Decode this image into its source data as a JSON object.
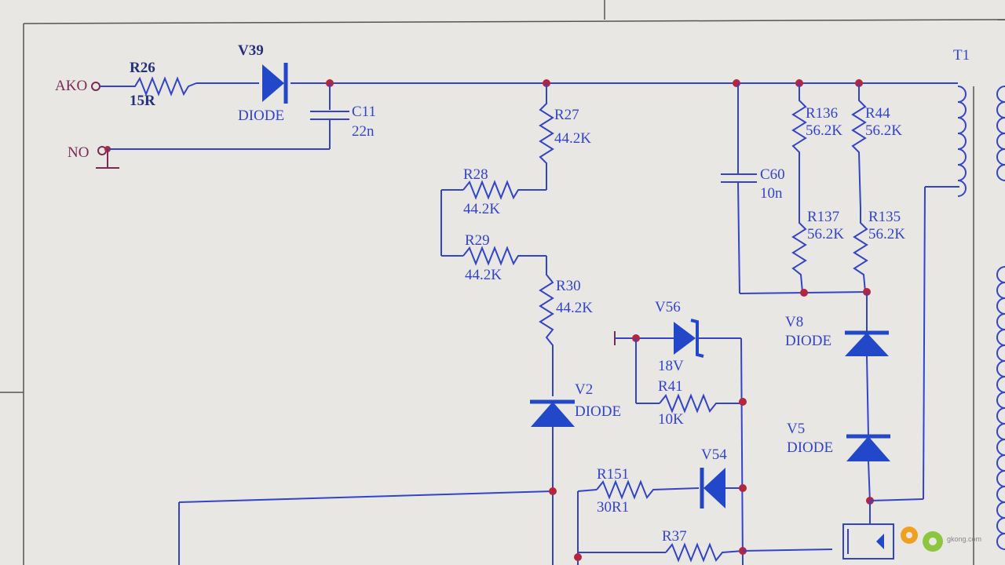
{
  "schematic": {
    "ports": {
      "ako": "AKO",
      "no": "NO"
    },
    "components": {
      "r26": {
        "ref": "R26",
        "value": "15R"
      },
      "v39": {
        "ref": "V39",
        "value": "DIODE"
      },
      "c11": {
        "ref": "C11",
        "value": "22n"
      },
      "r27": {
        "ref": "R27",
        "value": "44.2K"
      },
      "r28": {
        "ref": "R28",
        "value": "44.2K"
      },
      "r29": {
        "ref": "R29",
        "value": "44.2K"
      },
      "r30": {
        "ref": "R30",
        "value": "44.2K"
      },
      "v2": {
        "ref": "V2",
        "value": "DIODE"
      },
      "v56": {
        "ref": "V56",
        "value": "18V"
      },
      "r41": {
        "ref": "R41",
        "value": "10K"
      },
      "r151": {
        "ref": "R151",
        "value": "30R1"
      },
      "v54": {
        "ref": "V54"
      },
      "r37": {
        "ref": "R37"
      },
      "c60": {
        "ref": "C60",
        "value": "10n"
      },
      "r136": {
        "ref": "R136",
        "value": "56.2K"
      },
      "r44": {
        "ref": "R44",
        "value": "56.2K"
      },
      "r137": {
        "ref": "R137",
        "value": "56.2K"
      },
      "r135": {
        "ref": "R135",
        "value": "56.2K"
      },
      "v8": {
        "ref": "V8",
        "value": "DIODE"
      },
      "v5": {
        "ref": "V5",
        "value": "DIODE"
      },
      "t1": {
        "ref": "T1"
      }
    },
    "colors": {
      "wire": "#3344c8",
      "junction": "#b3263e",
      "background": "#e9e7e4"
    }
  },
  "watermark": {
    "site": "gkong.com"
  }
}
